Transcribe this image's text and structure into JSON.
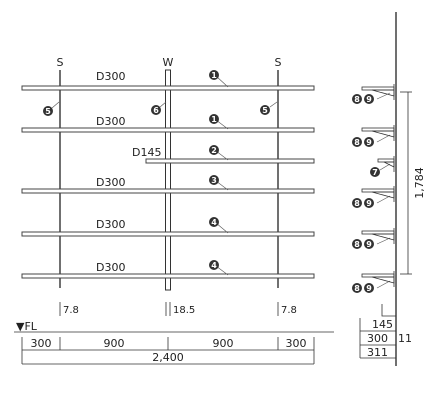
{
  "front_view": {
    "column_labels": [
      "S",
      "W",
      "S"
    ],
    "shelf_labels": [
      "D300",
      "D300",
      "D145",
      "D300",
      "D300",
      "D300"
    ],
    "part_markers": [
      "1",
      "1",
      "2",
      "3",
      "4",
      "4"
    ],
    "post_markers": [
      "5",
      "6",
      "5"
    ],
    "post_widths": [
      "7.8",
      "18.5",
      "7.8"
    ],
    "floor_label": "▼FL",
    "width_dims": [
      "300",
      "900",
      "900",
      "300"
    ],
    "total_width": "2,400"
  },
  "side_view": {
    "bracket_markers": [
      [
        "8",
        "9"
      ],
      [
        "8",
        "9"
      ],
      [
        "7"
      ],
      [
        "8",
        "9"
      ],
      [
        "8",
        "9"
      ],
      [
        "8",
        "9"
      ]
    ],
    "height_dim": "1,784",
    "depth_dims": [
      "145",
      "300",
      "11",
      "311"
    ]
  }
}
